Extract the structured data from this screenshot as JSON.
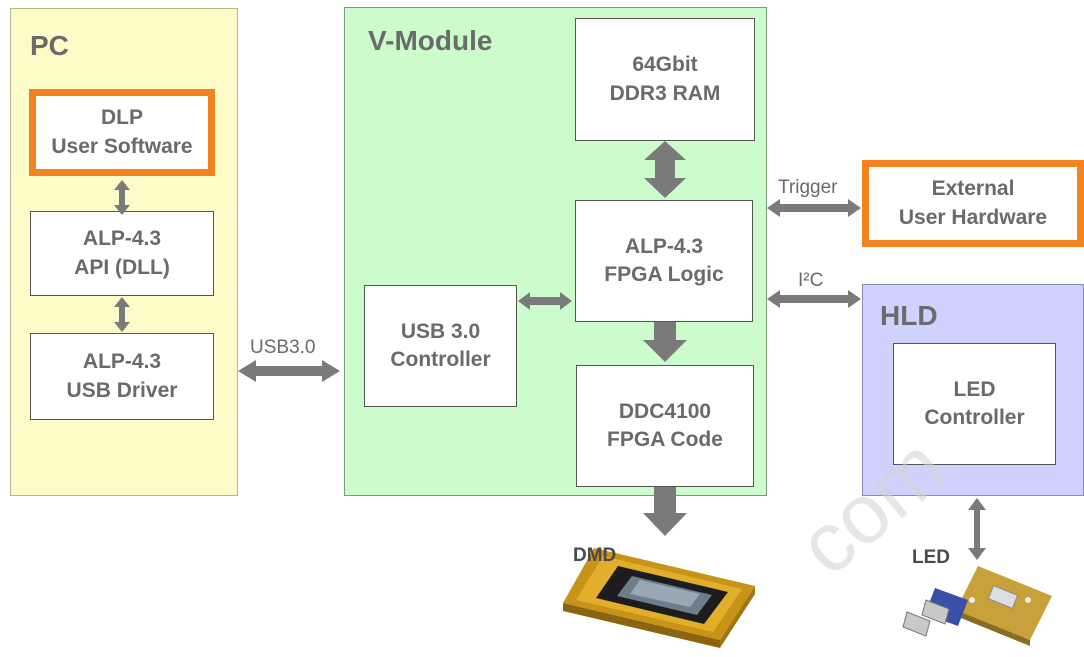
{
  "pc": {
    "title": "PC",
    "dlp": {
      "line1": "DLP",
      "line2": "User Software"
    },
    "api": {
      "line1": "ALP-4.3",
      "line2": "API (DLL)"
    },
    "driver": {
      "line1": "ALP-4.3",
      "line2": "USB Driver"
    }
  },
  "usb_link_label": "USB3.0",
  "vmodule": {
    "title": "V-Module",
    "ram": {
      "line1": "64Gbit",
      "line2": "DDR3 RAM"
    },
    "fpga": {
      "line1": "ALP-4.3",
      "line2": "FPGA Logic"
    },
    "usb_ctrl": {
      "line1": "USB 3.0",
      "line2": "Controller"
    },
    "ddc": {
      "line1": "DDC4100",
      "line2": "FPGA Code"
    }
  },
  "trigger_label": "Trigger",
  "i2c_label": "I²C",
  "external": {
    "line1": "External",
    "line2": "User Hardware"
  },
  "hld": {
    "title": "HLD",
    "led_ctrl": {
      "line1": "LED",
      "line2": "Controller"
    }
  },
  "dmd_label": "DMD",
  "led_label": "LED",
  "watermark": "com",
  "colors": {
    "pc_bg": "#fdfbc8",
    "vmodule_bg": "#ccfccc",
    "hld_bg": "#cfd2fc",
    "orange": "#f58220",
    "arrow": "#7a7a7a"
  }
}
